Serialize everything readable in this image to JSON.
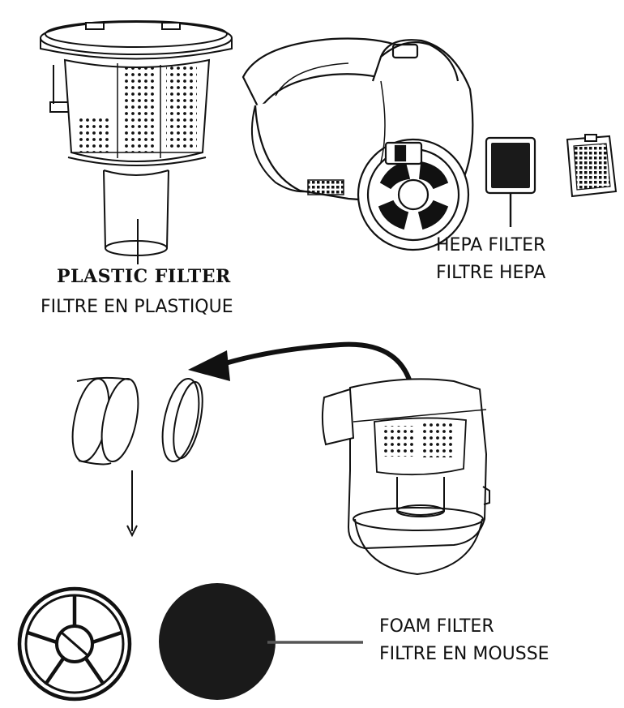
{
  "labels": {
    "plastic_filter_en": "PLASTIC FILTER",
    "plastic_filter_fr": "FILTRE EN PLASTIQUE",
    "hepa_filter_en": "HEPA FILTER",
    "hepa_filter_fr": "FILTRE HEPA",
    "foam_filter_en": "FOAM FILTER",
    "foam_filter_fr": "FILTRE EN MOUSSE"
  },
  "colors": {
    "line": "#111111",
    "fill_dark": "#1a1a1a",
    "background": "#ffffff"
  }
}
